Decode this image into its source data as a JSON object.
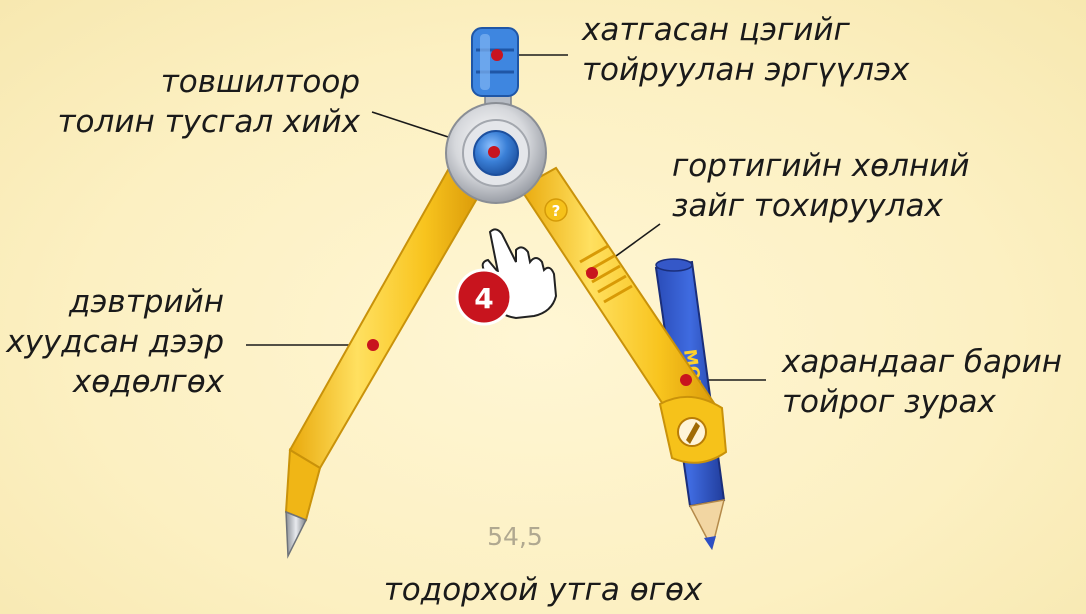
{
  "labels": {
    "rotate": [
      "хатгасан цэгийг",
      "тойруулан эргүүлэх"
    ],
    "mirror": [
      "товшилтоор",
      "толин тусгал хийх"
    ],
    "adjust": [
      "гортигийн хөлний",
      "зайг тохируулах"
    ],
    "move": [
      "дэвтрийн",
      "хуудсан дээр",
      "хөдөлгөх"
    ],
    "draw": [
      "харандааг барин",
      "тойрог зурах"
    ],
    "value": "тодорхой утга өгөх"
  },
  "readout": "54,5",
  "step_badge": "4",
  "pencil_brand": "MOZAIK",
  "help_glyph": "?",
  "colors": {
    "background": "#fdf3c8",
    "leg_yellow": "#f6c21a",
    "leg_edge": "#c9920a",
    "pencil_blue": "#2d4fc4",
    "knob_blue": "#3a7fd6",
    "marker_red": "#c8141e",
    "badge_red": "#c8141e"
  },
  "icons": [
    "compass",
    "pencil-icon",
    "hand-pointer-icon",
    "help-icon"
  ]
}
